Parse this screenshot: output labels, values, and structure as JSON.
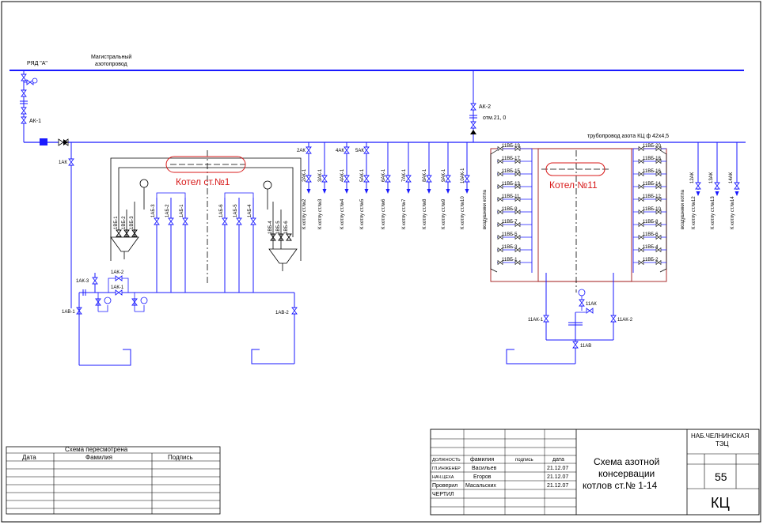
{
  "header": {
    "row_a": "РЯД \"А\"",
    "main_pipe_line1": "Магистральный",
    "main_pipe_line2": "азотопровод"
  },
  "labels": {
    "ak1": "АК-1",
    "ak2": "АК-2",
    "mark": "отм.21, 0",
    "pipeline_kc": "трубопровод азота КЦ ф 42х4,5",
    "ak1_small": "1АК",
    "boiler1": "Котел ст.№1",
    "boiler11": "Котел №11",
    "ak3": "1АК-3",
    "ak2b": "1АК-2",
    "ak1b": "1АК-1",
    "av1": "1АВ-1",
    "av2": "1АВ-2",
    "ak11_1": "11АК-1",
    "ak11_2": "11АК-2",
    "ak11": "11АК",
    "av11": "11АВ",
    "air_heaters": "воздушники котла",
    "blowdowns": "воздушники котла"
  },
  "branch_valves": [
    {
      "top": "2АК",
      "mid": "2АК-1",
      "dest": "К котлу ст.№2"
    },
    {
      "top": "",
      "mid": "3АК-1",
      "dest": "К котлу ст.№3"
    },
    {
      "top": "4АК",
      "mid": "4АК-1",
      "dest": "К котлу ст.№4"
    },
    {
      "top": "5АК",
      "mid": "5АК-1",
      "dest": "К котлу ст.№5"
    },
    {
      "top": "",
      "mid": "6АК-1",
      "dest": "К котлу ст.№6"
    },
    {
      "top": "",
      "mid": "7АК-1",
      "dest": "К котлу ст.№7"
    },
    {
      "top": "",
      "mid": "8АК-1",
      "dest": "К котлу ст.№8"
    },
    {
      "top": "",
      "mid": "9АК-1",
      "dest": "К котлу ст.№9"
    },
    {
      "top": "",
      "mid": "10АК-1",
      "dest": "К котлу ст.№10"
    }
  ],
  "right_branches": [
    {
      "top": "12АК",
      "dest": "К котлу ст.№12"
    },
    {
      "top": "13АК",
      "dest": "К котлу ст.№13"
    },
    {
      "top": "14АК",
      "dest": "К котлу ст.№14"
    }
  ],
  "boiler1_valves": [
    "1ВБ-1",
    "1ВБ-2",
    "1ВБ-3",
    "1АБ-3",
    "1АБ-2",
    "1АБ-1",
    "1АБ-6",
    "1АБ-5",
    "1АБ-4",
    "1ВБ-4",
    "1ВБ-5",
    "1ВБ-6"
  ],
  "boiler11_left_valves": [
    "11ВБ-19",
    "11ВБ-17",
    "11ВБ-15",
    "11ВБ-13",
    "11ВБ-11",
    "11ВБ-9",
    "11ВБ-7",
    "11ВБ-5",
    "11ВБ-3",
    "11ВБ-1"
  ],
  "boiler11_right_valves": [
    "11ВБ-20",
    "11ВБ-18",
    "11ВБ-16",
    "11ВБ-14",
    "11ВБ-12",
    "11ВБ-10",
    "11ВБ-8",
    "11ВБ-6",
    "11ВБ-4",
    "11ВБ-2"
  ],
  "review_table": {
    "title": "Схема пересмотрена",
    "columns": [
      "Дата",
      "Фамилия",
      "Подпись"
    ]
  },
  "title_block": {
    "headers": [
      "ДОЛЖНОСТЬ",
      "фамилия",
      "подпись",
      "дата"
    ],
    "rows": [
      {
        "role": "ГЛ.ИНЖЕНЕР",
        "name": "Васильев",
        "date": "21.12.07"
      },
      {
        "role": "НАЧ.ЦЕХА",
        "name": "Егоров",
        "date": "21.12.07"
      },
      {
        "role": "Проверил",
        "name": "Масальских",
        "date": "21.12.07"
      },
      {
        "role": "ЧЕРТИЛ",
        "name": "",
        "date": ""
      }
    ],
    "title_line1": "Схема азотной",
    "title_line2": "консервации",
    "title_line3": "котлов ст.№ 1-14",
    "org_line1": "НАБ.ЧЕЛНИНСКАЯ",
    "org_line2": "ТЭЦ",
    "sheet": "55",
    "code": "КЦ"
  },
  "colors": {
    "pipe": "#1a1aff",
    "boiler_highlight": "#d81b1b",
    "boiler_frame": "#a01818"
  }
}
